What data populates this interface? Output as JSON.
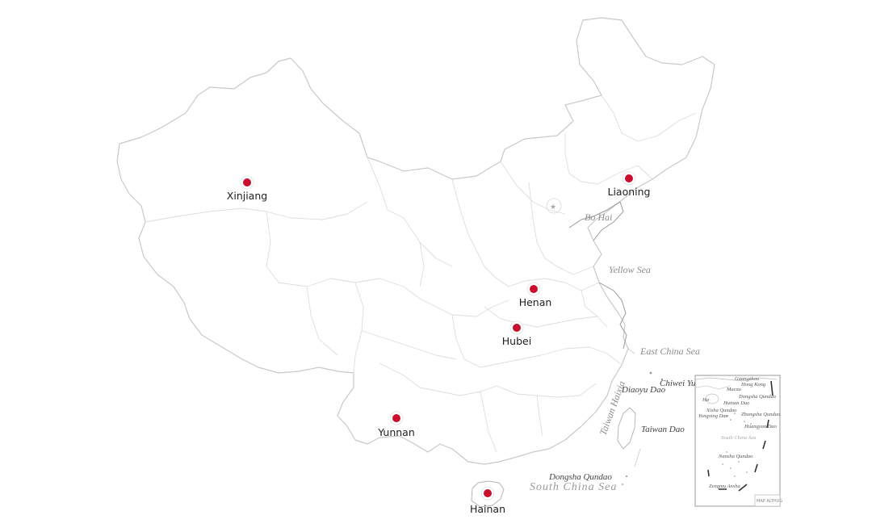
{
  "markers": [
    {
      "id": "xinjiang",
      "label": "Xinjiang"
    },
    {
      "id": "liaoning",
      "label": "Liaoning"
    },
    {
      "id": "henan",
      "label": "Henan"
    },
    {
      "id": "hubei",
      "label": "Hubei"
    },
    {
      "id": "yunnan",
      "label": "Yunnan"
    },
    {
      "id": "hainan",
      "label": "Hainan"
    }
  ],
  "marker_color": "#c8102e",
  "seas": {
    "bo_hai": "Bo Hai",
    "yellow_sea": "Yellow  Sea",
    "east_china_sea": "East China Sea",
    "south_china_sea": "South  China  Sea",
    "taiwan_strait": "Taiwan Haixia"
  },
  "places": {
    "chiwei_yu": "Chiwei Yu",
    "diaoyu_dao": "Diaoyu Dao",
    "taiwan_dao": "Taiwan Dao",
    "dongsha_qundao": "Dongsha Qundao"
  },
  "inset": {
    "guangzhou": "Guangzhou",
    "hong_kong": "Hong Kong",
    "macau": "Macau",
    "dongsha_qundao": "Dongsha Qundao",
    "hainan_dao": "Hainan Dao",
    "xisha_qundao": "Xisha Qundao",
    "yongxing_dao": "Yongxing Dao",
    "zhongsha_qundao": "Zhongsha Qundao",
    "huangyan_dao": "Huangyan Dao",
    "south_china_sea": "South  China  Sea",
    "nansha_qundao": "Nansha Qundao",
    "zengmu_ansha": "Zengmu Ansha",
    "scale_note": "MAP ALTHUG"
  }
}
